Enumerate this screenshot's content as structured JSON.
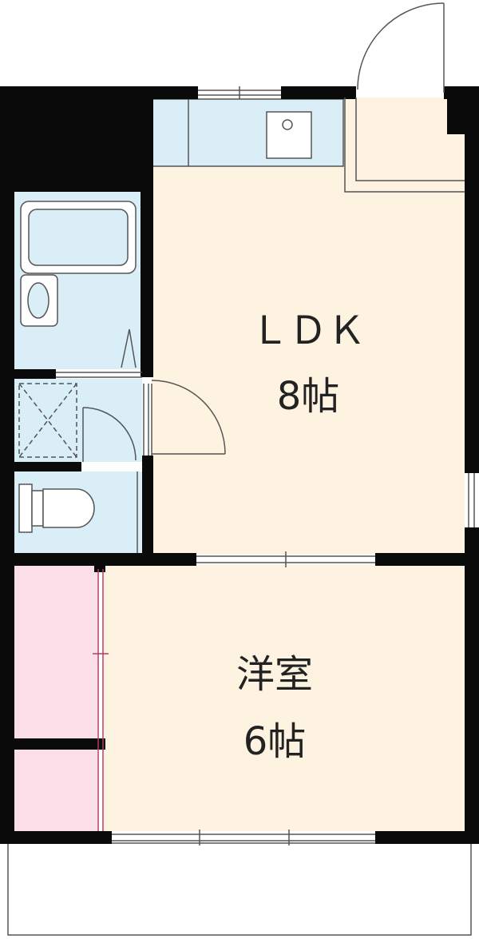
{
  "rooms": {
    "ldk": {
      "name": "ＬＤＫ",
      "size": "8帖"
    },
    "western": {
      "name": "洋室",
      "size": "6帖"
    }
  },
  "colors": {
    "wall": "#0a0a0a",
    "floor": "#fdf3e0",
    "water_area": "#d9eef7",
    "storage": "#fadfe8",
    "fixture_stroke": "#555555"
  }
}
